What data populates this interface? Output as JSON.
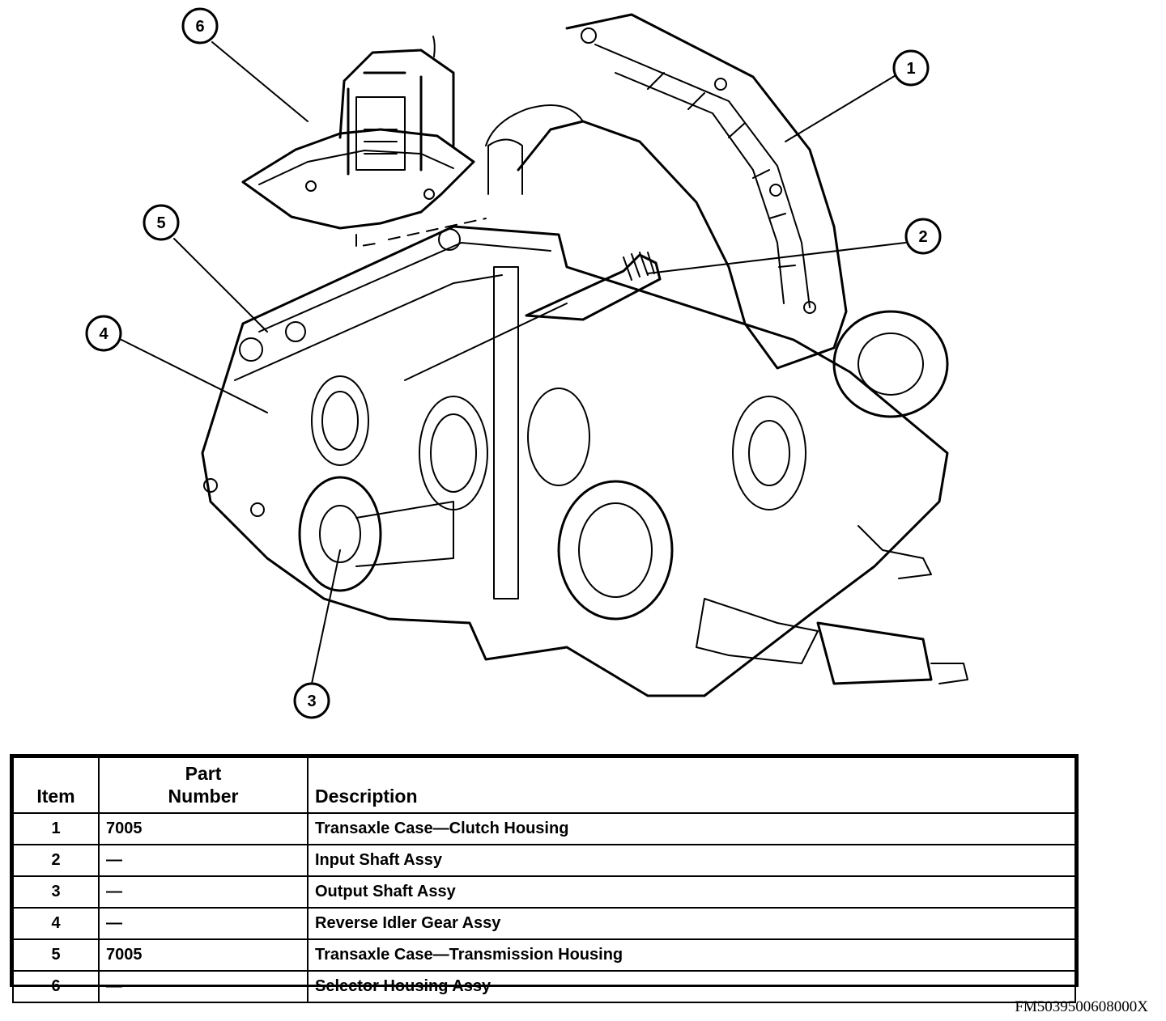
{
  "callouts": [
    {
      "num": "1",
      "label": "1"
    },
    {
      "num": "2",
      "label": "2"
    },
    {
      "num": "3",
      "label": "3"
    },
    {
      "num": "4",
      "label": "4"
    },
    {
      "num": "5",
      "label": "5"
    },
    {
      "num": "6",
      "label": "6"
    }
  ],
  "table": {
    "headers": {
      "item": "Item",
      "part_line1": "Part",
      "part_line2": "Number",
      "description": "Description"
    },
    "rows": [
      {
        "item": "1",
        "part": "7005",
        "description": "Transaxle Case—Clutch Housing"
      },
      {
        "item": "2",
        "part": "—",
        "description": "Input Shaft Assy"
      },
      {
        "item": "3",
        "part": "—",
        "description": "Output Shaft Assy"
      },
      {
        "item": "4",
        "part": "—",
        "description": "Reverse Idler Gear Assy"
      },
      {
        "item": "5",
        "part": "7005",
        "description": "Transaxle Case—Transmission Housing"
      },
      {
        "item": "6",
        "part": "—",
        "description": "Selector Housing Assy"
      }
    ]
  },
  "doc_code": "FM5039500608000X"
}
